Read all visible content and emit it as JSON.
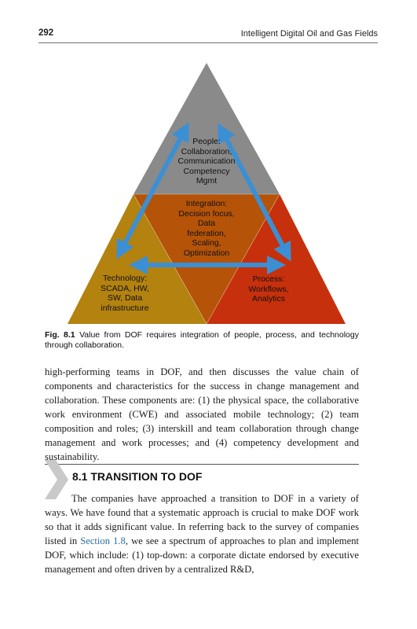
{
  "header": {
    "page_number": "292",
    "running_head": "Intelligent Digital Oil and Gas Fields"
  },
  "figure": {
    "people": "People:\nCollaboration,\nCommunication\nCompetency\nMgmt",
    "integration": "Integration:\nDecision focus,\nData\nfederation,\nScaling,\nOptimization",
    "technology": "Technology:\nSCADA, HW,\nSW, Data\ninfrastructure",
    "process": "Process:\nWorkflows,\nAnalytics",
    "colors": {
      "people": "#8a8a8a",
      "integration": "#b55308",
      "technology": "#b3820f",
      "process": "#c7300c",
      "arrow": "#3b8fd4"
    }
  },
  "caption": {
    "label": "Fig. 8.1",
    "text": "Value from DOF requires integration of people, process, and technology through collaboration."
  },
  "paragraph1": "high-performing teams in DOF, and then discusses the value chain of components and characteristics for the success in change management and collaboration. These components are: (1) the physical space, the collaborative work environment (CWE) and associated mobile technology; (2) team composition and roles; (3) interskill and team collaboration through change management and work processes; and (4) competency development and sustainability.",
  "section": {
    "heading": "8.1 TRANSITION TO DOF"
  },
  "paragraph2": {
    "before_link": "The companies have approached a transition to DOF in a variety of ways. We have found that a systematic approach is crucial to make DOF work so that it adds significant value. In referring back to the survey of companies listed in ",
    "link": "Section 1.8",
    "after_link": ", we see a spectrum of approaches to plan and implement DOF, which include: (1) top-down: a corporate dictate endorsed by executive management and often driven by a centralized R&D,"
  }
}
